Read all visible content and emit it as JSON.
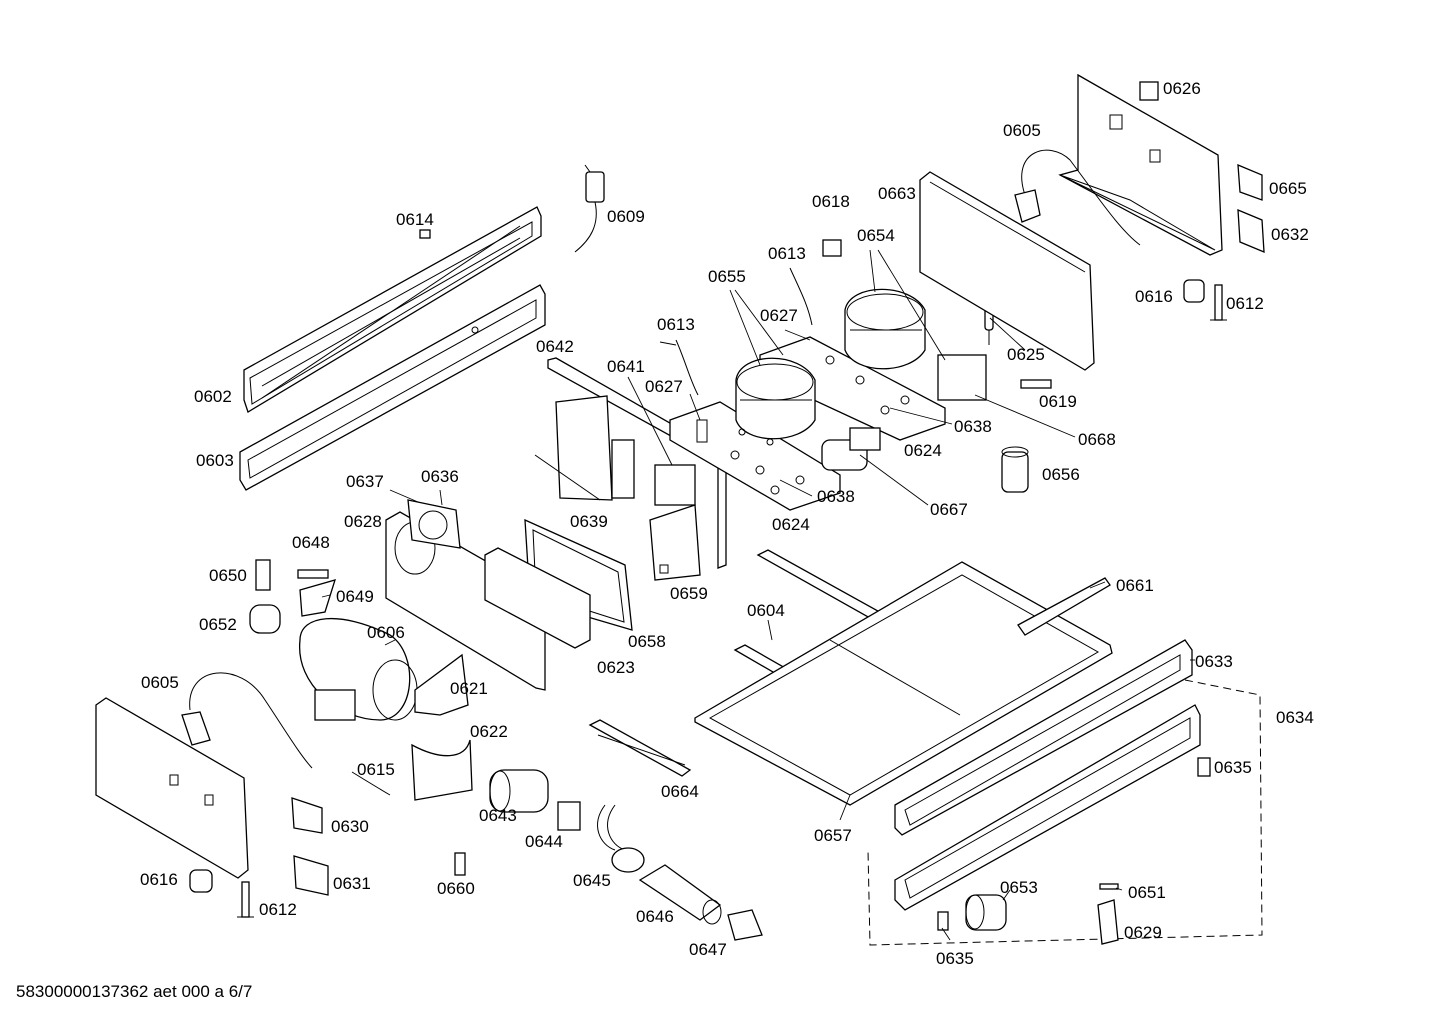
{
  "document_id": "58300000137362 aet 000 a 6/7",
  "parts": {
    "p0602": "0602",
    "p0603": "0603",
    "p0604": "0604",
    "p0605a": "0605",
    "p0605b": "0605",
    "p0606": "0606",
    "p0609": "0609",
    "p0612a": "0612",
    "p0612b": "0612",
    "p0613a": "0613",
    "p0613b": "0613",
    "p0614": "0614",
    "p0615": "0615",
    "p0616a": "0616",
    "p0616b": "0616",
    "p0618": "0618",
    "p0619": "0619",
    "p0621": "0621",
    "p0622": "0622",
    "p0623": "0623",
    "p0624a": "0624",
    "p0624b": "0624",
    "p0625": "0625",
    "p0626": "0626",
    "p0627a": "0627",
    "p0627b": "0627",
    "p0628": "0628",
    "p0629": "0629",
    "p0630": "0630",
    "p0631": "0631",
    "p0632": "0632",
    "p0633": "0633",
    "p0634": "0634",
    "p0635a": "0635",
    "p0635b": "0635",
    "p0636": "0636",
    "p0637": "0637",
    "p0638a": "0638",
    "p0638b": "0638",
    "p0639": "0639",
    "p0641": "0641",
    "p0642": "0642",
    "p0643": "0643",
    "p0644": "0644",
    "p0645": "0645",
    "p0646": "0646",
    "p0647": "0647",
    "p0648": "0648",
    "p0649": "0649",
    "p0650": "0650",
    "p0651": "0651",
    "p0652": "0652",
    "p0653": "0653",
    "p0654": "0654",
    "p0655": "0655",
    "p0656": "0656",
    "p0657": "0657",
    "p0658": "0658",
    "p0659": "0659",
    "p0660": "0660",
    "p0661": "0661",
    "p0663": "0663",
    "p0664": "0664",
    "p0665": "0665",
    "p0667": "0667",
    "p0668": "0668"
  }
}
